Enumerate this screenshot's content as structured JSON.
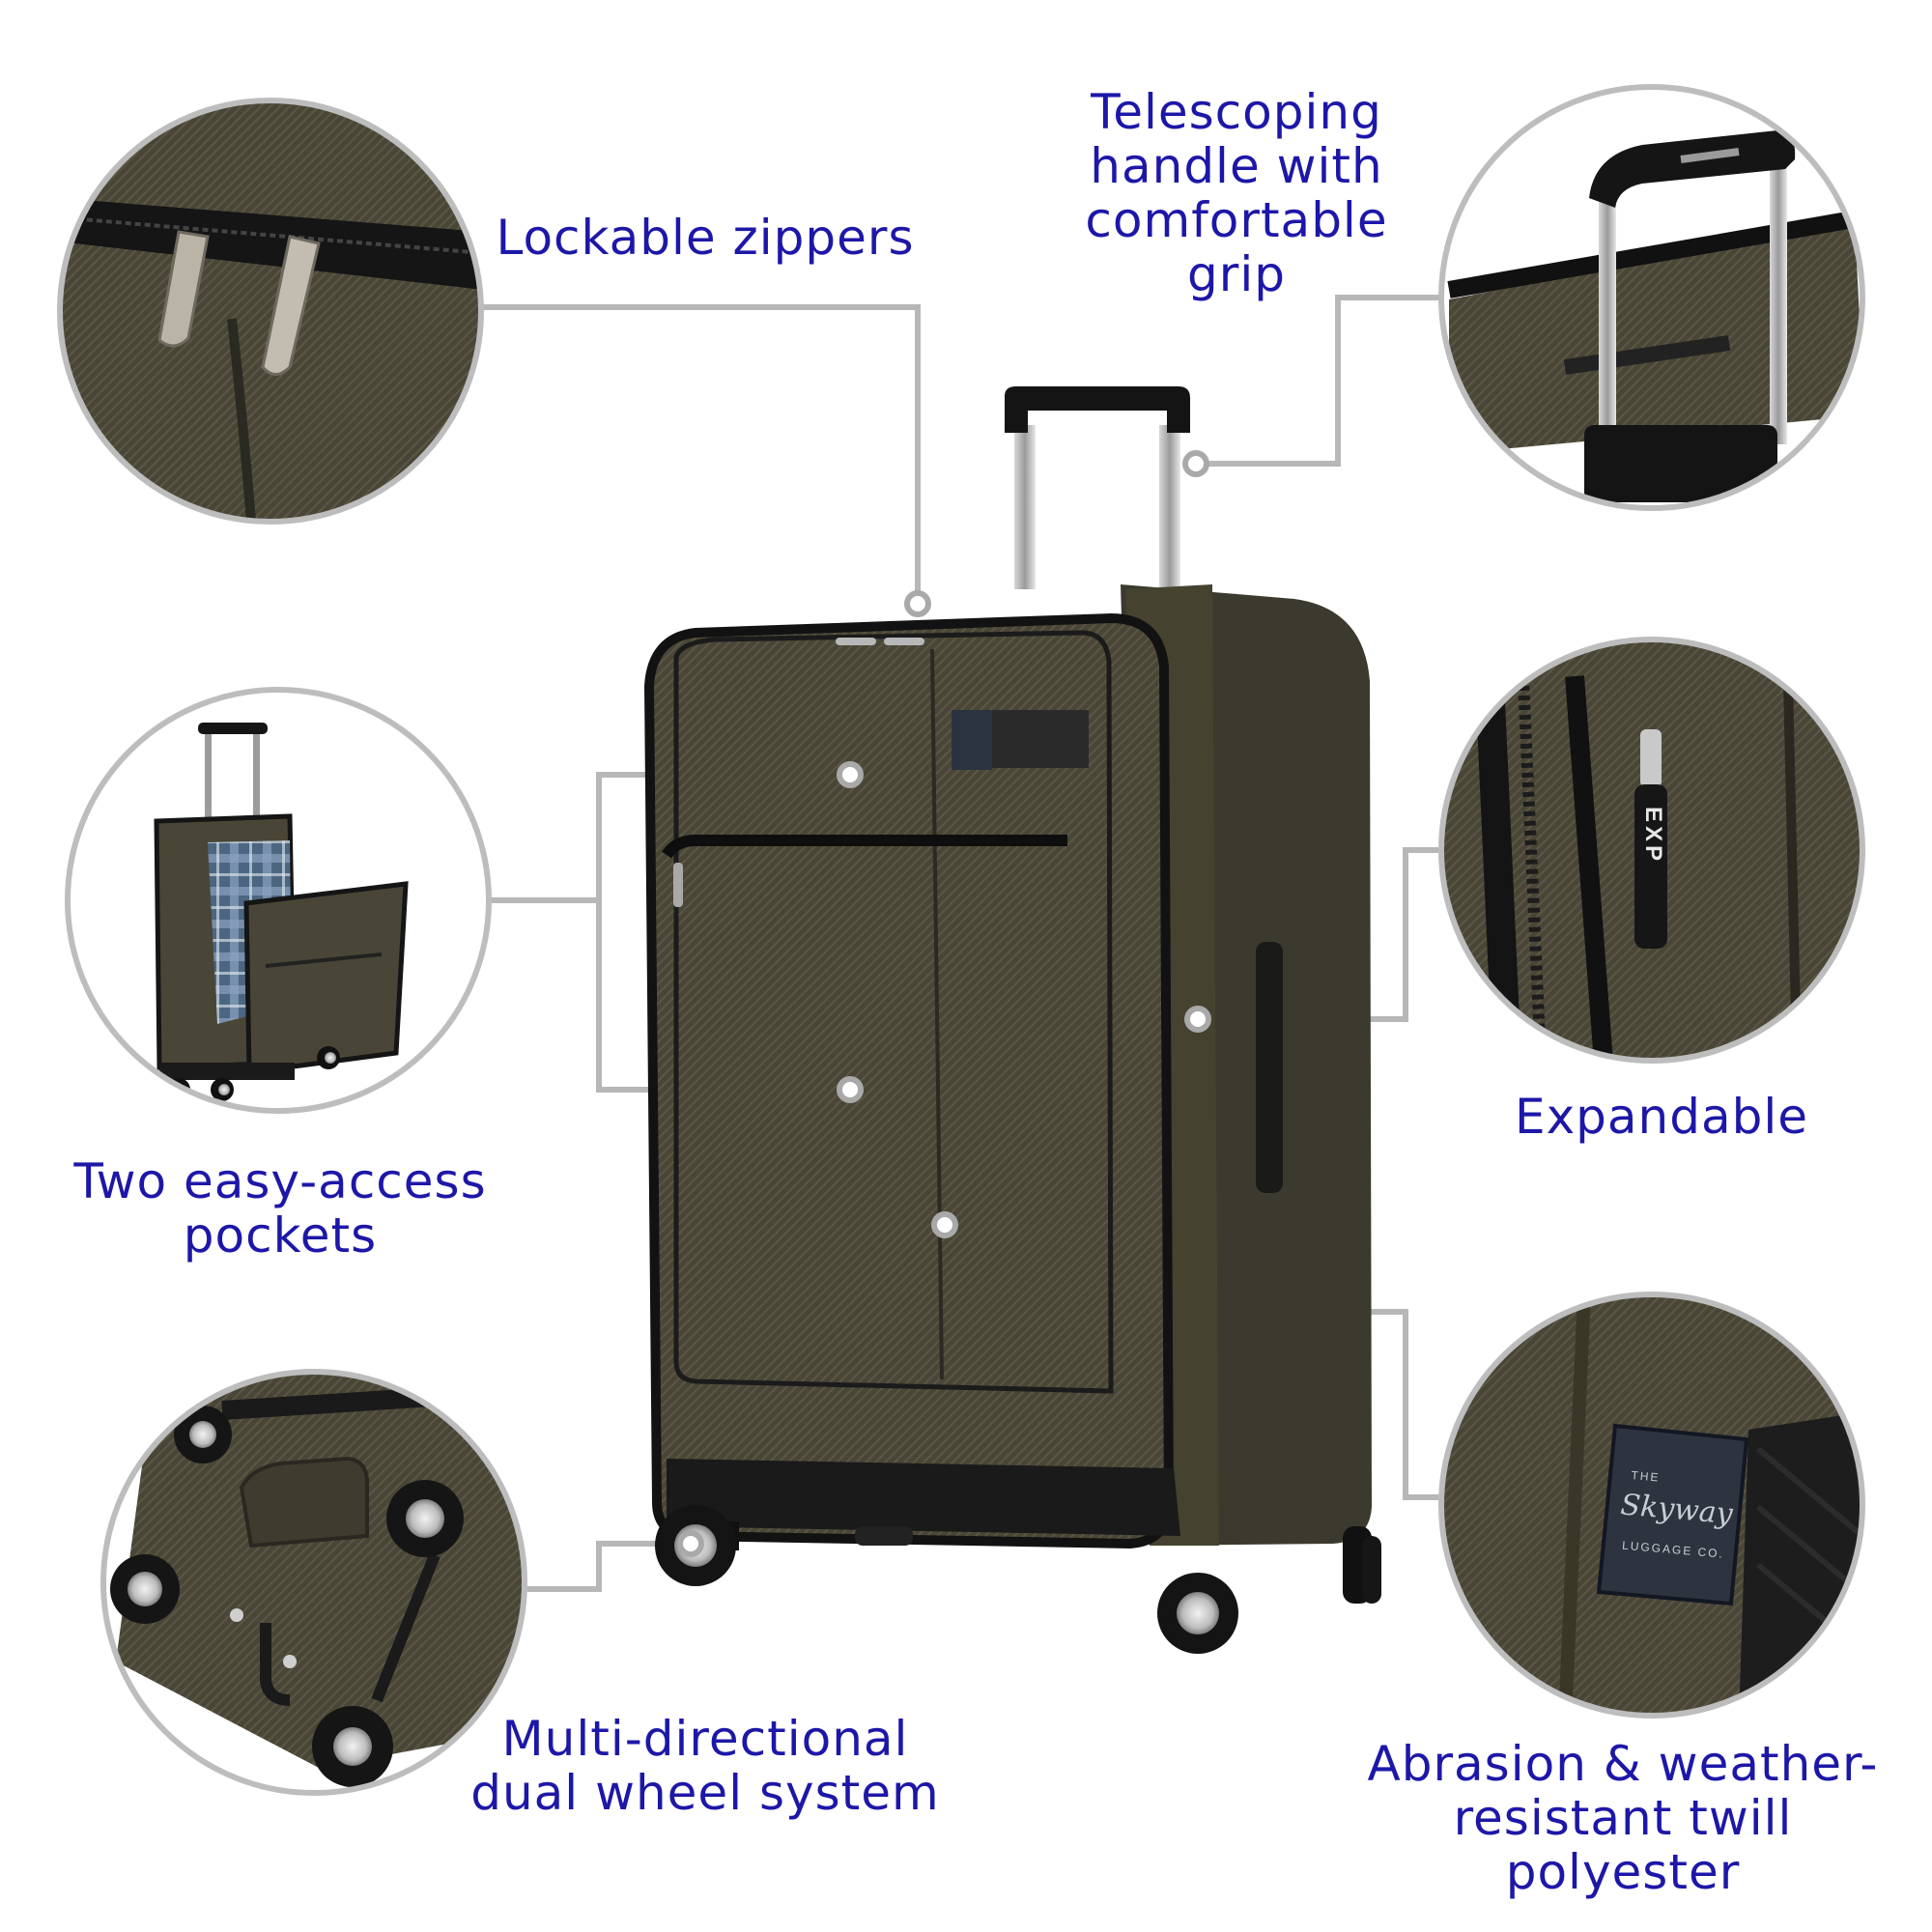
{
  "colors": {
    "label_text": "#1d17a8",
    "callout_line": "#b7b7b7",
    "circle_border": "#bdbdbd",
    "fabric": "#4a4637",
    "fabric_dark": "#34322a",
    "trim": "#151515",
    "lining_plaid": "#6a87a8"
  },
  "features": {
    "zippers": {
      "lines": [
        "Lockable zippers"
      ]
    },
    "handle": {
      "lines": [
        "Telescoping",
        "handle with",
        "comfortable",
        "grip"
      ]
    },
    "pockets": {
      "lines": [
        "Two easy-access",
        "pockets"
      ]
    },
    "expandable": {
      "lines": [
        "Expandable"
      ]
    },
    "wheels": {
      "lines": [
        "Multi-directional",
        "dual wheel system"
      ]
    },
    "fabric": {
      "lines": [
        "Abrasion & weather-",
        "resistant twill",
        "polyester"
      ]
    }
  },
  "brand_badge": {
    "lines": [
      "THE",
      "Skyway",
      "LUGGAGE CO."
    ]
  },
  "expand_tag": {
    "text": "EXP"
  }
}
